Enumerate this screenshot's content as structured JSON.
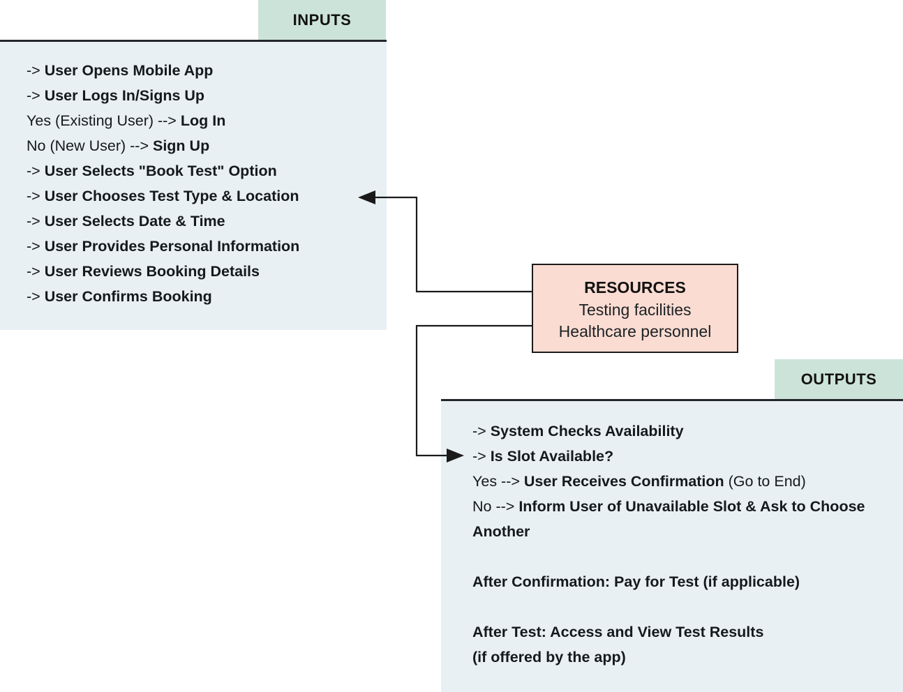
{
  "title": "Mobile app test booking flow diagram",
  "colors": {
    "header_bg": "#cce3d9",
    "panel_bg": "#e8f0f3",
    "resources_bg": "#fbdcd2",
    "resources_border": "#1a1a1a",
    "rule": "#23272b",
    "connector": "#1a1a1a",
    "text": "#14191c"
  },
  "inputs": {
    "label": "INPUTS",
    "lines": [
      {
        "pre": "-> ",
        "bold": "User Opens Mobile App",
        "post": ""
      },
      {
        "pre": "-> ",
        "bold": "User Logs In/Signs Up",
        "post": ""
      },
      {
        "pre": "Yes (Existing User) --> ",
        "bold": "Log In",
        "post": ""
      },
      {
        "pre": "No (New User) --> ",
        "bold": "Sign Up",
        "post": ""
      },
      {
        "pre": "-> ",
        "bold": "User Selects \"Book Test\" Option",
        "post": ""
      },
      {
        "pre": "-> ",
        "bold": "User Chooses Test Type & Location",
        "post": ""
      },
      {
        "pre": "-> ",
        "bold": "User Selects Date & Time",
        "post": ""
      },
      {
        "pre": "-> ",
        "bold": "User Provides Personal Information",
        "post": ""
      },
      {
        "pre": "-> ",
        "bold": "User Reviews Booking Details",
        "post": ""
      },
      {
        "pre": "-> ",
        "bold": "User Confirms Booking",
        "post": ""
      }
    ]
  },
  "resources": {
    "title": "RESOURCES",
    "items": [
      "Testing facilities",
      "Healthcare personnel"
    ]
  },
  "outputs": {
    "label": "OUTPUTS",
    "lines": [
      {
        "pre": "-> ",
        "bold": "System Checks Availability",
        "post": ""
      },
      {
        "pre": "-> ",
        "bold": "Is Slot Available?",
        "post": ""
      },
      {
        "pre": "Yes --> ",
        "bold": "User Receives Confirmation",
        "post": " (Go to End)"
      },
      {
        "pre": "No --> ",
        "bold": "Inform User of Unavailable Slot & Ask to Choose Another",
        "post": ""
      },
      {
        "pre": "",
        "bold": "",
        "post": ""
      },
      {
        "pre": "",
        "bold": "After Confirmation: Pay for Test (if applicable)",
        "post": ""
      },
      {
        "pre": "",
        "bold": "",
        "post": ""
      },
      {
        "pre": "",
        "bold": "After Test: Access and View Test Results",
        "post": ""
      },
      {
        "pre": "",
        "bold": "(if offered by the app)",
        "post": ""
      }
    ]
  }
}
